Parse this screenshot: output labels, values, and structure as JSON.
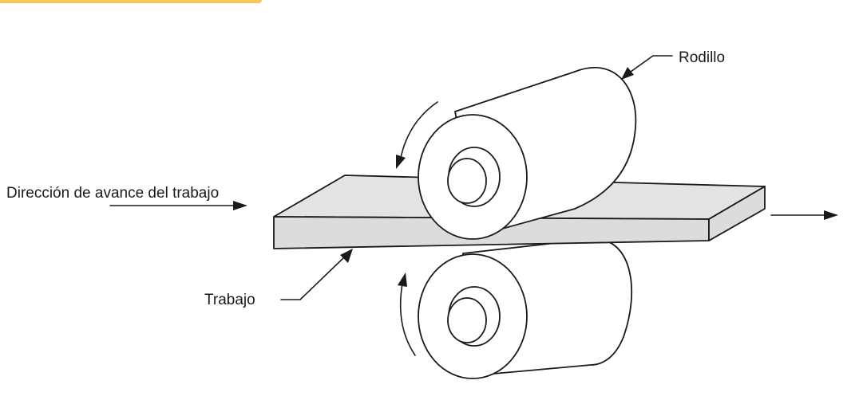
{
  "labels": {
    "roller": "Rodillo",
    "feed_direction": "Dirección de avance del trabajo",
    "work": "Trabajo"
  },
  "colors": {
    "plate": "#dcdcdc",
    "tab_strip": "#f7c65a",
    "ink": "#1a1a1a"
  }
}
